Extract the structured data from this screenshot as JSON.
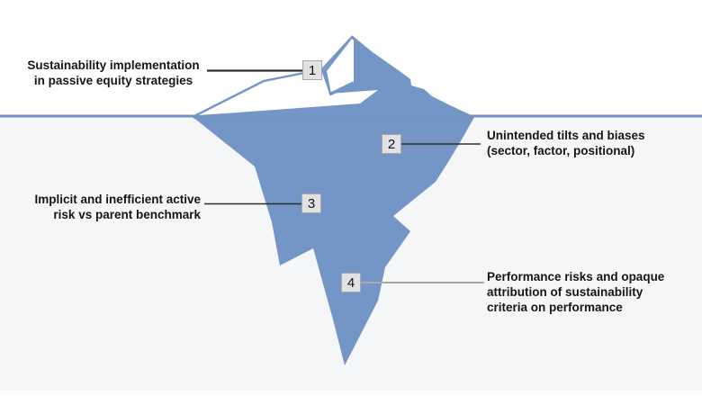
{
  "diagram": {
    "kind": "iceberg-infographic",
    "markers": [
      "1",
      "2",
      "3",
      "4"
    ]
  },
  "colors": {
    "iceberg_fill": "#7396c6",
    "waterline": "#7291c2",
    "water_background": "#f5f6f8",
    "box_fill": "#e2e2e2",
    "box_border": "#a9a9a9",
    "connector_dark": "#2e2e2e",
    "connector_light": "#a9a9a9",
    "text": "#161616"
  },
  "labels": [
    {
      "number": "1",
      "lines": [
        "Sustainability implementation",
        "in passive equity strategies"
      ]
    },
    {
      "number": "2",
      "lines": [
        "Unintended tilts and biases",
        "(sector, factor, positional)"
      ]
    },
    {
      "number": "3",
      "lines": [
        "Implicit and inefficient active",
        "risk vs parent benchmark"
      ]
    },
    {
      "number": "4",
      "lines": [
        "Performance risks and opaque",
        "attribution of sustainability",
        "criteria on performance"
      ]
    }
  ]
}
